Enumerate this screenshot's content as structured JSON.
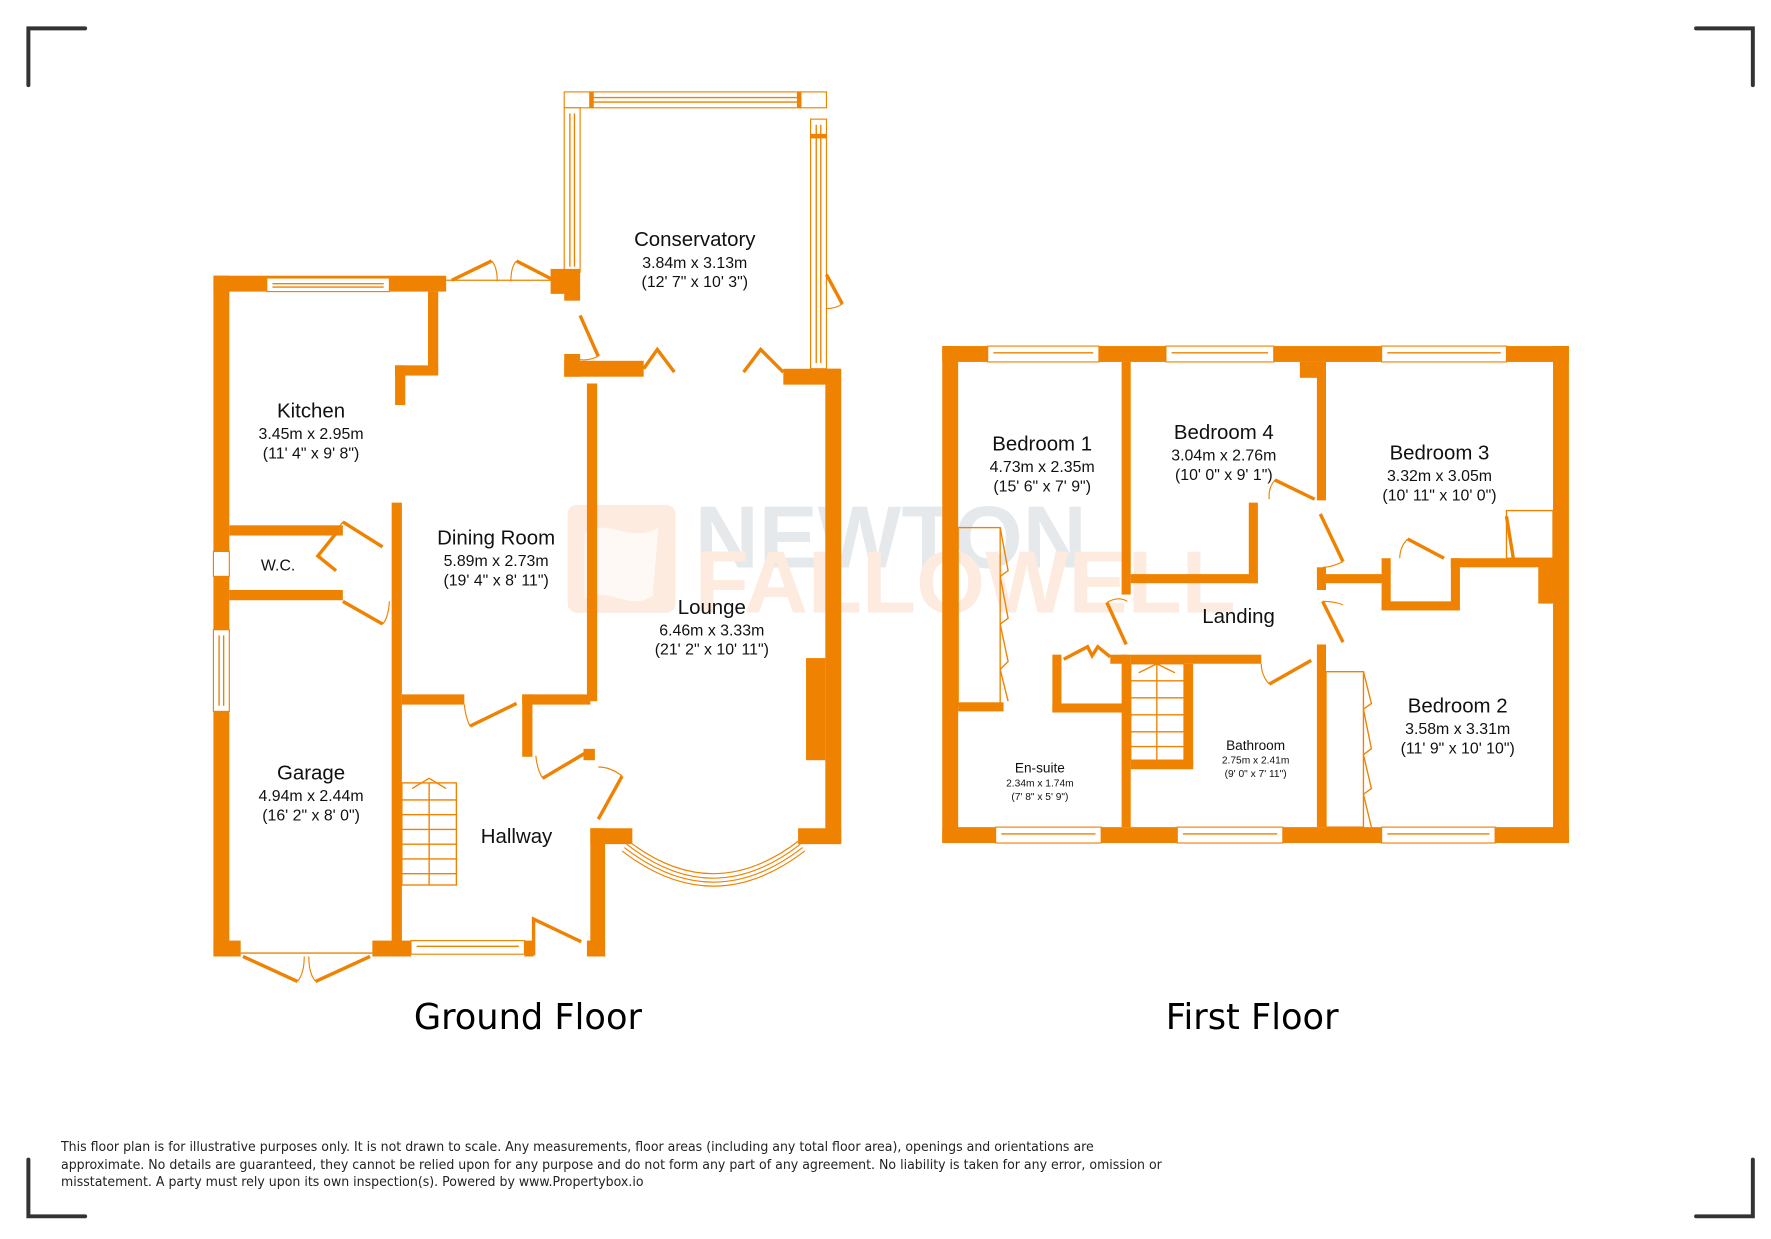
{
  "brand": {
    "watermark_line1": "NEWTON",
    "watermark_line2": "FALLOWELL",
    "wall_color": "#EF8200",
    "watermark_gray": "#E6E9EC",
    "watermark_orange": "#FDEBE0"
  },
  "floors": [
    {
      "title": "Ground Floor",
      "rooms": [
        {
          "name": "Conservatory",
          "metric": "3.84m x 3.13m",
          "imperial": "(12' 7\" x 10' 3\")"
        },
        {
          "name": "Kitchen",
          "metric": "3.45m x 2.95m",
          "imperial": "(11' 4\" x 9' 8\")"
        },
        {
          "name": "W.C.",
          "metric": "",
          "imperial": ""
        },
        {
          "name": "Dining Room",
          "metric": "5.89m x 2.73m",
          "imperial": "(19' 4\" x 8' 11\")"
        },
        {
          "name": "Lounge",
          "metric": "6.46m x 3.33m",
          "imperial": "(21' 2\" x 10' 11\")"
        },
        {
          "name": "Garage",
          "metric": "4.94m x 2.44m",
          "imperial": "(16' 2\" x 8' 0\")"
        },
        {
          "name": "Hallway",
          "metric": "",
          "imperial": ""
        }
      ]
    },
    {
      "title": "First Floor",
      "rooms": [
        {
          "name": "Bedroom 1",
          "metric": "4.73m x 2.35m",
          "imperial": "(15' 6\" x 7' 9\")"
        },
        {
          "name": "Bedroom 4",
          "metric": "3.04m x 2.76m",
          "imperial": "(10' 0\" x 9' 1\")"
        },
        {
          "name": "Bedroom 3",
          "metric": "3.32m x 3.05m",
          "imperial": "(10' 11\" x 10' 0\")"
        },
        {
          "name": "Landing",
          "metric": "",
          "imperial": ""
        },
        {
          "name": "Bedroom 2",
          "metric": "3.58m x 3.31m",
          "imperial": "(11' 9\" x 10' 10\")"
        },
        {
          "name": "En-suite",
          "metric": "2.34m x 1.74m",
          "imperial": "(7' 8\" x 5' 9\")"
        },
        {
          "name": "Bathroom",
          "metric": "2.75m x 2.41m",
          "imperial": "(9' 0\" x 7' 11\")"
        }
      ]
    }
  ],
  "disclaimer": "This floor plan is for illustrative purposes only. It is not drawn to scale. Any measurements, floor areas (including any total floor area), openings and orientations are approximate. No details are guaranteed, they cannot be relied upon for any purpose and do not form any part of any agreement. No liability is taken for any error, omission or misstatement. A party must rely upon its own inspection(s). Powered by www.Propertybox.io"
}
